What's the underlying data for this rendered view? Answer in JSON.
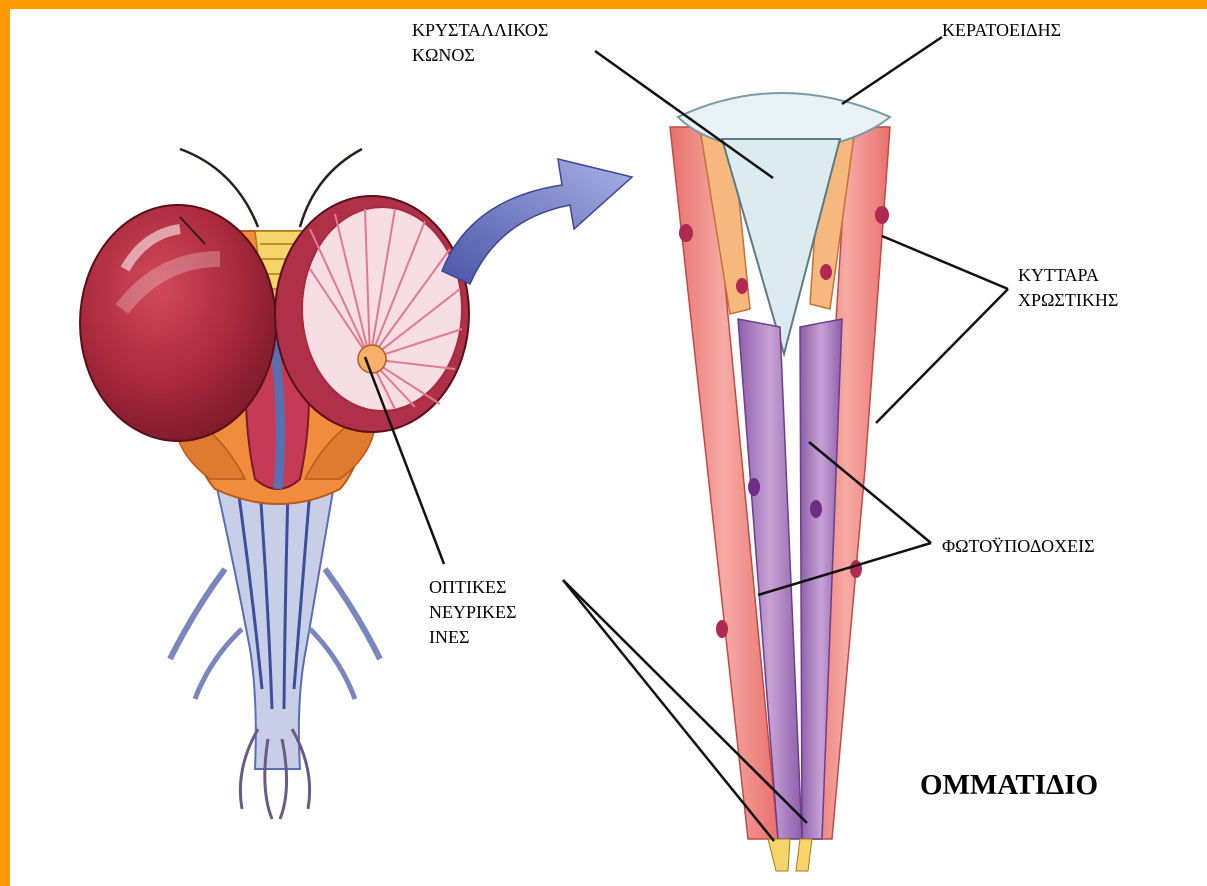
{
  "labels": {
    "crystalline_cone": [
      "ΚΡΥΣΤΑΛΛΙΚΟΣ",
      "ΚΩΝΟΣ"
    ],
    "cornea": "ΚΕΡΑΤΟΕΙΔΗΣ",
    "pigment_cells": [
      "ΚΥΤΤΑΡΑ",
      "ΧΡΩΣΤΙΚΗΣ"
    ],
    "photoreceptors": "ΦΩΤΟΫΠΟΔΟΧΕΙΣ",
    "optic_nerve_fibers": [
      "ΟΠΤΙΚΕΣ",
      "ΝΕΥΡΙΚΕΣ",
      "ΙΝΕΣ"
    ]
  },
  "title": "ΟΜΜΑΤΙΔΙΟ",
  "colors": {
    "border": "#ff9900",
    "compound_eye": "#a8283c",
    "head_orange": "#f08c3c",
    "nerve_blue": "#5a6eb4",
    "pigment_cell": "#ee8a86",
    "photoreceptor": "#a878be",
    "cone": "#dcebf0",
    "arrow": "#6e78c0"
  }
}
